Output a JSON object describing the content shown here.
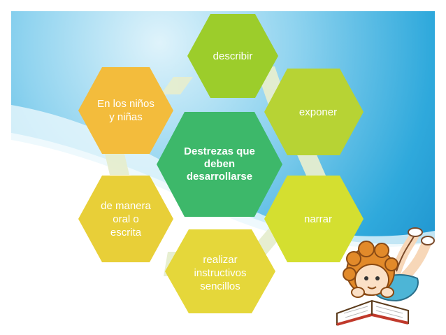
{
  "colors": {
    "center": "#3db86a",
    "green_dark": "#9ccd2b",
    "green_light": "#b7d334",
    "yellow_green": "#d4df30",
    "yellow": "#e5d73a",
    "orange": "#f3bc3c",
    "sky": "#2fa9dc"
  },
  "center": {
    "text": "Destrezas que\ndeben\ndesarrollarse"
  },
  "nodes": [
    {
      "id": "describir",
      "text": "describir"
    },
    {
      "id": "exponer",
      "text": "exponer"
    },
    {
      "id": "narrar",
      "text": "narrar"
    },
    {
      "id": "realizar",
      "text": "realizar\ninstructivos\nsencillos"
    },
    {
      "id": "oral",
      "text": "de manera\noral o\nescrita"
    },
    {
      "id": "ninos",
      "text": "En los niños\ny niñas"
    }
  ],
  "illustration": {
    "icon": "child-reading-book-icon"
  }
}
